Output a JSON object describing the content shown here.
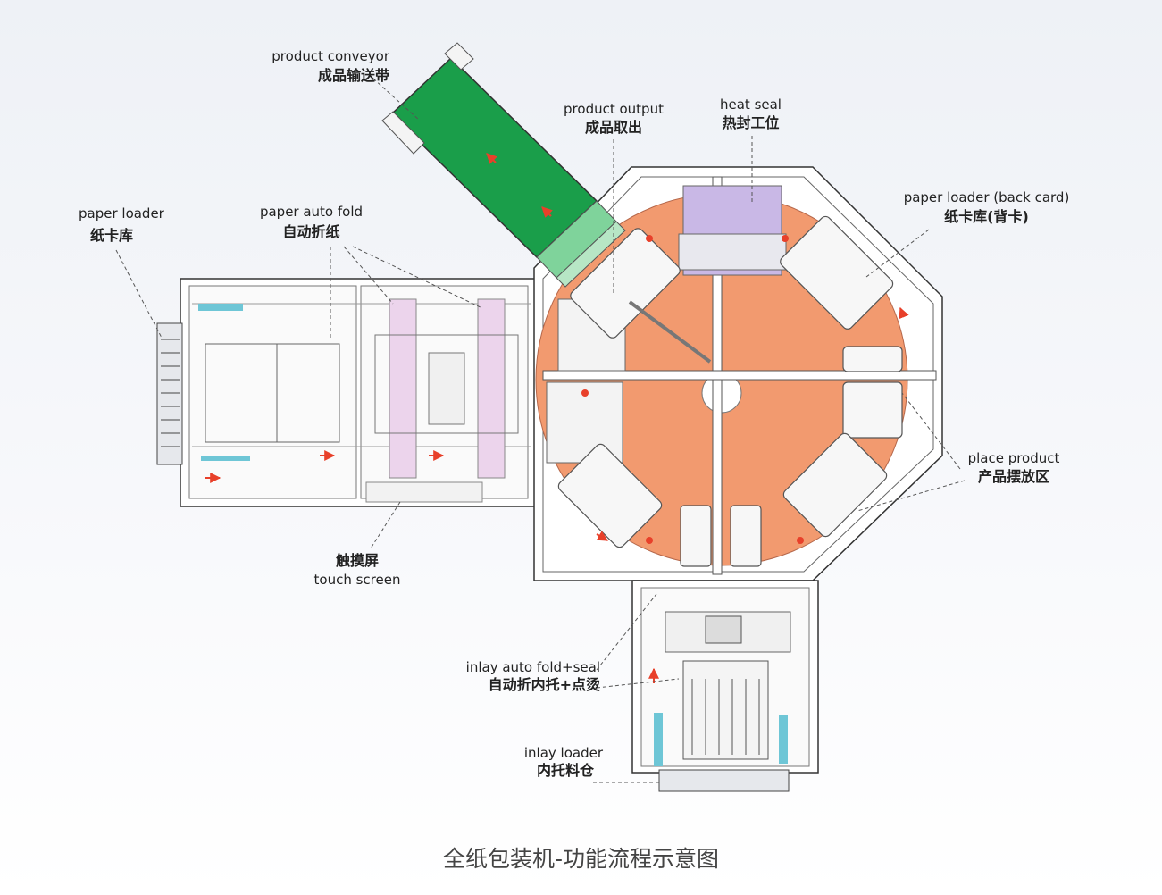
{
  "labels": {
    "product_conveyor": {
      "en": "product conveyor",
      "cn": "成品输送带"
    },
    "product_output": {
      "en": "product output",
      "cn": "成品取出"
    },
    "heat_seal": {
      "en": "heat seal",
      "cn": "热封工位"
    },
    "paper_loader_back": {
      "en": "paper loader (back card)",
      "cn": "纸卡库(背卡)"
    },
    "paper_loader": {
      "en": "paper loader",
      "cn": "纸卡库"
    },
    "paper_auto_fold": {
      "en": "paper auto fold",
      "cn": "自动折纸"
    },
    "place_product": {
      "en": "place product",
      "cn": "产品摆放区"
    },
    "touch_screen": {
      "en": "touch screen",
      "cn": "触摸屏"
    },
    "inlay_auto_fold": {
      "en": "inlay auto fold+seal",
      "cn": "自动折内托+点烫"
    },
    "inlay_loader": {
      "en": "inlay loader",
      "cn": "内托料仓"
    }
  },
  "caption": "全纸包装机-功能流程示意图",
  "colors": {
    "turntable": "#f29a6f",
    "conveyor": "#1a9e4a",
    "fold_plate": "#ecd4ec",
    "heat_seal_block": "#c9b8e6",
    "frame": "#ffffff",
    "line": "#555555",
    "arrow": "#e8402a"
  }
}
